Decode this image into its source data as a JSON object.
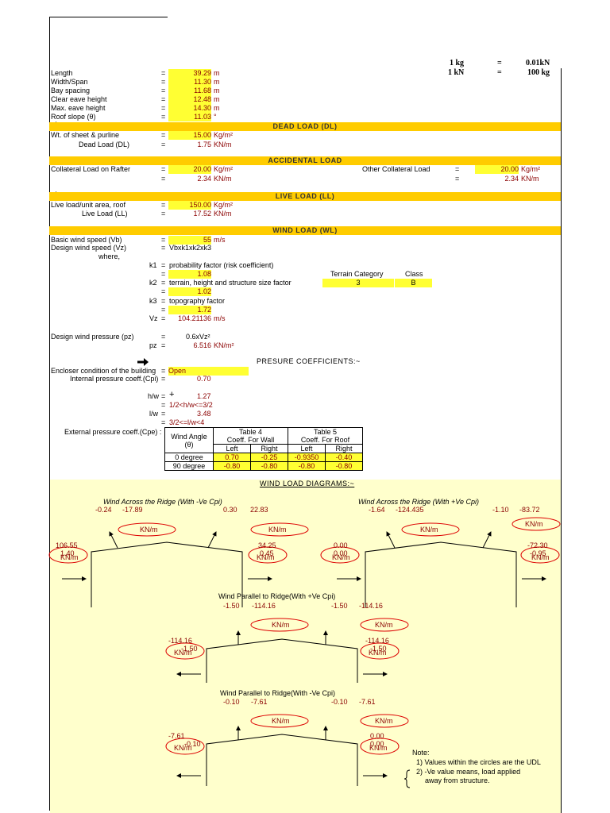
{
  "conversion": {
    "row1": {
      "left": "1 kg",
      "eq": "=",
      "right": "0.01kN"
    },
    "row2": {
      "left": "1 kN",
      "eq": "=",
      "right": "100 kg"
    }
  },
  "geometry": [
    {
      "label": "Length",
      "eq": "=",
      "value": "39.29",
      "unit": "m"
    },
    {
      "label": "Width/Span",
      "eq": "=",
      "value": "11.30",
      "unit": "m"
    },
    {
      "label": "Bay spacing",
      "eq": "=",
      "value": "11.68",
      "unit": "m"
    },
    {
      "label": "Clear eave height",
      "eq": "=",
      "value": "12.48",
      "unit": "m"
    },
    {
      "label": "Max. eave height",
      "eq": "=",
      "value": "14.30",
      "unit": "m"
    },
    {
      "label": "Roof slope (θ)",
      "eq": "=",
      "value": "11.03",
      "unit": "°"
    }
  ],
  "dead_load": {
    "title": "DEAD LOAD (DL)",
    "row1": {
      "label": "Wt. of sheet & purline",
      "eq": "=",
      "value": "15.00",
      "unit": "Kg/m²"
    },
    "row2": {
      "label": "Dead Load (DL)",
      "eq": "=",
      "value": "1.75",
      "unit": "KN/m"
    }
  },
  "accidental_load": {
    "title": "ACCIDENTAL LOAD",
    "row1": {
      "label": "Collateral Load on Rafter",
      "eq": "=",
      "value": "20.00",
      "unit": "Kg/m²"
    },
    "row2": {
      "eq": "=",
      "value": "2.34",
      "unit": "KN/m"
    },
    "other_label": "Other Collateral Load",
    "other_row1": {
      "eq": "=",
      "value": "20.00",
      "unit": "Kg/m²"
    },
    "other_row2": {
      "eq": "=",
      "value": "2.34",
      "unit": "KN/m"
    }
  },
  "live_load": {
    "title": "LIVE LOAD (LL)",
    "row1": {
      "label": "Live load/unit area, roof",
      "eq": "=",
      "value": "150.00",
      "unit": "Kg/m²"
    },
    "row2": {
      "label": "Live Load (LL)",
      "eq": "=",
      "value": "17.52",
      "unit": "KN/m"
    }
  },
  "wind_load": {
    "title": "WIND LOAD (WL)",
    "basic": {
      "label": "Basic wind speed (Vb)",
      "eq": "=",
      "value": "55",
      "unit": "m/s"
    },
    "design": {
      "label": "Design wind speed (Vz)",
      "eq": "=",
      "formula": "Vbxk1xk2xk3"
    },
    "where": "where,",
    "k1": {
      "label": "k1",
      "eq": "=",
      "text": "probability factor (risk coefficient)",
      "value": "1.08"
    },
    "k2": {
      "label": "k2",
      "eq": "=",
      "text": "terrain, height and structure size factor",
      "value": "1.02"
    },
    "k3": {
      "label": "k3",
      "eq": "=",
      "text": "topography factor",
      "value": "1.72"
    },
    "vz": {
      "label": "Vz",
      "eq": "=",
      "value": "104.21136",
      "unit": "m/s"
    },
    "terrain_label": "Terrain Category",
    "class_label": "Class",
    "terrain_value": "3",
    "class_value": "B",
    "pressure": {
      "label": "Design wind pressure (pz)",
      "eq": "=",
      "formula": "0.6xVz²"
    },
    "pz": {
      "label": "pz",
      "eq": "=",
      "value": "6.516",
      "unit": "KN/m²"
    }
  },
  "pressure_coeff": {
    "title": "PRESURE COEFFICIENTS:~",
    "enclosure": {
      "label": "Encloser condition of the building",
      "eq": "=",
      "value": "Open"
    },
    "cpi": {
      "label": "Internal pressure coeff.(Cpi)",
      "eq": "=",
      "value": "0.70"
    },
    "hw": {
      "label": "h/w",
      "eq": "=",
      "value": "1.27",
      "cond": "1/2<h/w<=3/2"
    },
    "lw": {
      "label": "l/w",
      "eq": "=",
      "value": "3.48",
      "cond": "3/2<=l/w<4"
    },
    "cpe_label": "External pressure coeff.(Cpe)  :",
    "table": {
      "angle_header": "Wind Angle",
      "angle_sub": "(θ)",
      "t4": "Table 4",
      "t4_sub": "Coeff. For Wall",
      "t5": "Table 5",
      "t5_sub": "Coeff. For Roof",
      "left": "Left",
      "right": "Right",
      "rows": [
        {
          "angle": "0 degree",
          "v": [
            "0.70",
            "-0.25",
            "-0.9350",
            "-0.40"
          ]
        },
        {
          "angle": "90 degree",
          "v": [
            "-0.80",
            "-0.80",
            "-0.80",
            "-0.80"
          ]
        }
      ]
    }
  },
  "diagrams": {
    "title": "WIND LOAD DIAGRAMS:~",
    "unit": "KN/m",
    "d1": {
      "title": "Wind Across the Ridge (With -Ve Cpi)",
      "rl_cpe": "-0.24",
      "rl_udl": "-17.89",
      "rr_cpe": "0.30",
      "rr_udl": "22.83",
      "wl_udl": "106.55",
      "wl_cpe": "1.40",
      "wr_udl": "34.25",
      "wr_cpe": "0.45"
    },
    "d2": {
      "title": "Wind Across the Ridge (With +Ve Cpi)",
      "rl_cpe": "-1.64",
      "rl_udl": "-124.435",
      "rr_cpe": "-1.10",
      "rr_udl": "-83.72",
      "wl_udl": "0.00",
      "wl_cpe": "0.00",
      "wr_udl": "-72.30",
      "wr_cpe": "-0.95"
    },
    "d3": {
      "title": "Wind Parallel to Ridge(With +Ve Cpi)",
      "rl_cpe": "-1.50",
      "rl_udl": "-114.16",
      "rr_cpe": "-1.50",
      "rr_udl": "-114.16",
      "wl_udl": "-114.16",
      "wl_cpe": "-1.50",
      "wr_udl": "-114.16",
      "wr_cpe": "-1.50"
    },
    "d4": {
      "title": "Wind Parallel to Ridge(With -Ve Cpi)",
      "rl_cpe": "-0.10",
      "rl_udl": "-7.61",
      "rr_cpe": "-0.10",
      "rr_udl": "-7.61",
      "wl_udl": "-7.61",
      "wl_cpe": "-0.10",
      "wr_udl": "0.00",
      "wr_cpe": "0.00"
    }
  },
  "note": {
    "title": "Note:",
    "l1": "1) Values within the circles are the UDL",
    "l2": "2) -Ve value means, load applied",
    "l3": "away from structure."
  }
}
